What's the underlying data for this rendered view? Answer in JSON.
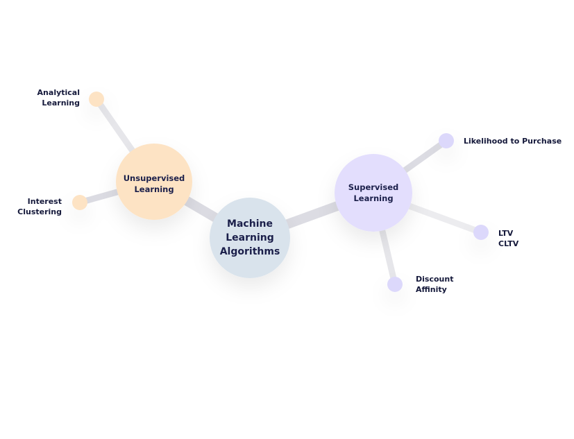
{
  "colors": {
    "edge": "#dcdce3",
    "unsupervised": "#fde3c4",
    "center": "#d9e3ec",
    "supervised": "#e3defd",
    "leaf_supervised": "#dcd8fb",
    "leaf_unsupervised": "#fde3c4",
    "text": "#1b1f4a"
  },
  "center": {
    "line1": "Machine",
    "line2": "Learning",
    "line3": "Algorithms"
  },
  "unsupervised": {
    "line1": "Unsupervised",
    "line2": "Learning",
    "leaves": [
      {
        "line1": "Analytical",
        "line2": "Learning"
      },
      {
        "line1": "Interest",
        "line2": "Clustering"
      }
    ]
  },
  "supervised": {
    "line1": "Supervised",
    "line2": "Learning",
    "leaves": [
      {
        "line1": "Likelihood to Purchase"
      },
      {
        "line1": "LTV",
        "line2": "CLTV"
      },
      {
        "line1": "Discount",
        "line2": "Affinity"
      }
    ]
  }
}
